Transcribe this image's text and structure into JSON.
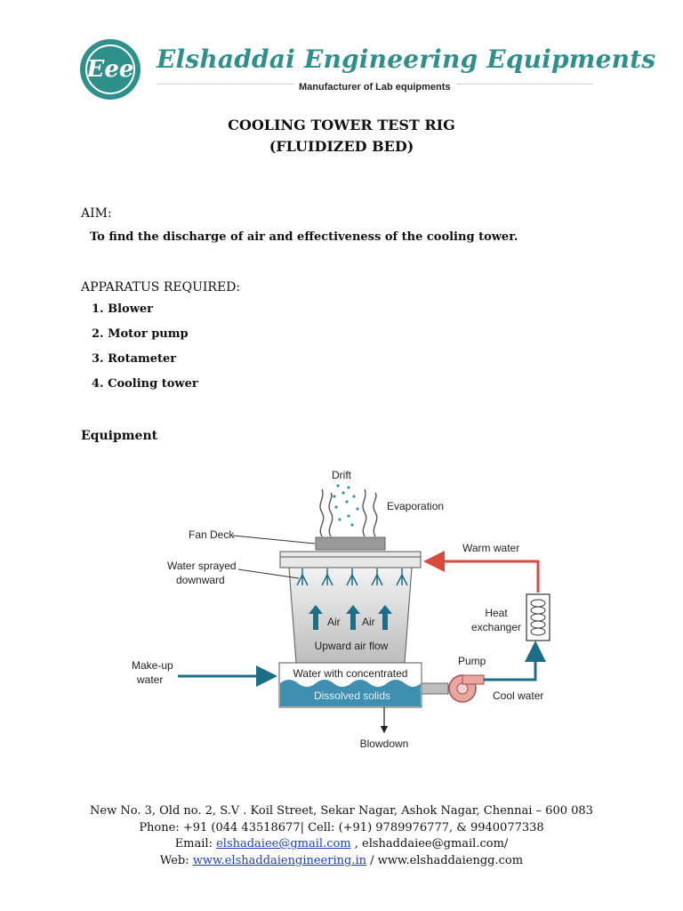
{
  "header": {
    "logo_text": "Eee",
    "company": "Elshaddai Engineering Equipments",
    "tagline": "Manufacturer of Lab equipments"
  },
  "title_line1": "COOLING TOWER TEST RIG",
  "title_line2": "(FLUIDIZED BED)",
  "aim": {
    "label": "AIM:",
    "text": "To find the discharge of air and effectiveness of the cooling tower."
  },
  "apparatus": {
    "label": "APPARATUS REQUIRED:",
    "items": [
      "1. Blower",
      "2. Motor pump",
      "3. Rotameter",
      "4. Cooling tower"
    ]
  },
  "equipment_label": "Equipment",
  "diagram": {
    "drift": "Drift",
    "evaporation": "Evaporation",
    "fan_deck": "Fan Deck",
    "warm_water": "Warm water",
    "water_sprayed_1": "Water sprayed",
    "water_sprayed_2": "downward",
    "air": "Air",
    "upward_air_flow": "Upward air flow",
    "heat_exchanger_1": "Heat",
    "heat_exchanger_2": "exchanger",
    "makeup_1": "Make-up",
    "makeup_2": "water",
    "water_conc": "Water with concentrated",
    "dissolved": "Dissolved solids",
    "pump": "Pump",
    "cool_water": "Cool water",
    "blowdown": "Blowdown",
    "colors": {
      "arrow_teal": "#1c6d86",
      "warm_red": "#d84b3c",
      "water": "#3f8fb0",
      "tower_gray": "#d6d6d6"
    }
  },
  "footer": {
    "address": "New No. 3, Old no. 2, S.V . Koil Street, Sekar Nagar, Ashok Nagar, Chennai – 600 083",
    "phone": "Phone:  +91 (044 43518677| Cell: (+91) 9789976777, & 9940077338",
    "email_label": "Email: ",
    "email_link": "elshadaiee@gmail.com",
    "email_rest": " , elshaddaiee@gmail.com/",
    "web_label": "Web: ",
    "web_link": "www.elshaddaiengineering.in",
    "web_rest": " / www.elshaddaiengg.com"
  }
}
